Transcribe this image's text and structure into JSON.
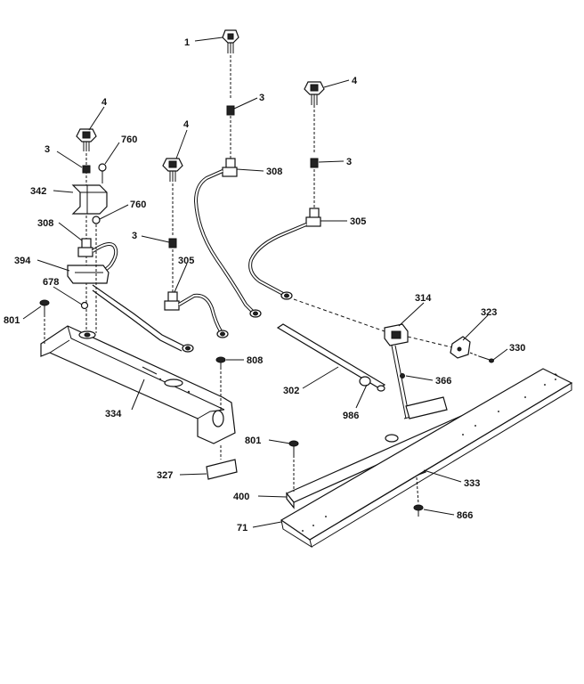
{
  "diagram": {
    "callouts": [
      {
        "id": "c1",
        "text": "1"
      },
      {
        "id": "c3a",
        "text": "3"
      },
      {
        "id": "c4a",
        "text": "4"
      },
      {
        "id": "c308a",
        "text": "308"
      },
      {
        "id": "c3b",
        "text": "3"
      },
      {
        "id": "c305a",
        "text": "305"
      },
      {
        "id": "c4b",
        "text": "4"
      },
      {
        "id": "c760a",
        "text": "760"
      },
      {
        "id": "c3c",
        "text": "3"
      },
      {
        "id": "c342",
        "text": "342"
      },
      {
        "id": "c760b",
        "text": "760"
      },
      {
        "id": "c4c",
        "text": "4"
      },
      {
        "id": "c308b",
        "text": "308"
      },
      {
        "id": "c3d",
        "text": "3"
      },
      {
        "id": "c394",
        "text": "394"
      },
      {
        "id": "c305b",
        "text": "305"
      },
      {
        "id": "c678",
        "text": "678"
      },
      {
        "id": "c801a",
        "text": "801"
      },
      {
        "id": "c314",
        "text": "314"
      },
      {
        "id": "c323",
        "text": "323"
      },
      {
        "id": "c330",
        "text": "330"
      },
      {
        "id": "c808",
        "text": "808"
      },
      {
        "id": "c302",
        "text": "302"
      },
      {
        "id": "c366",
        "text": "366"
      },
      {
        "id": "c334",
        "text": "334"
      },
      {
        "id": "c986",
        "text": "986"
      },
      {
        "id": "c801b",
        "text": "801"
      },
      {
        "id": "c327",
        "text": "327"
      },
      {
        "id": "c333",
        "text": "333"
      },
      {
        "id": "c400",
        "text": "400"
      },
      {
        "id": "c866",
        "text": "866"
      },
      {
        "id": "c71",
        "text": "71"
      }
    ]
  }
}
